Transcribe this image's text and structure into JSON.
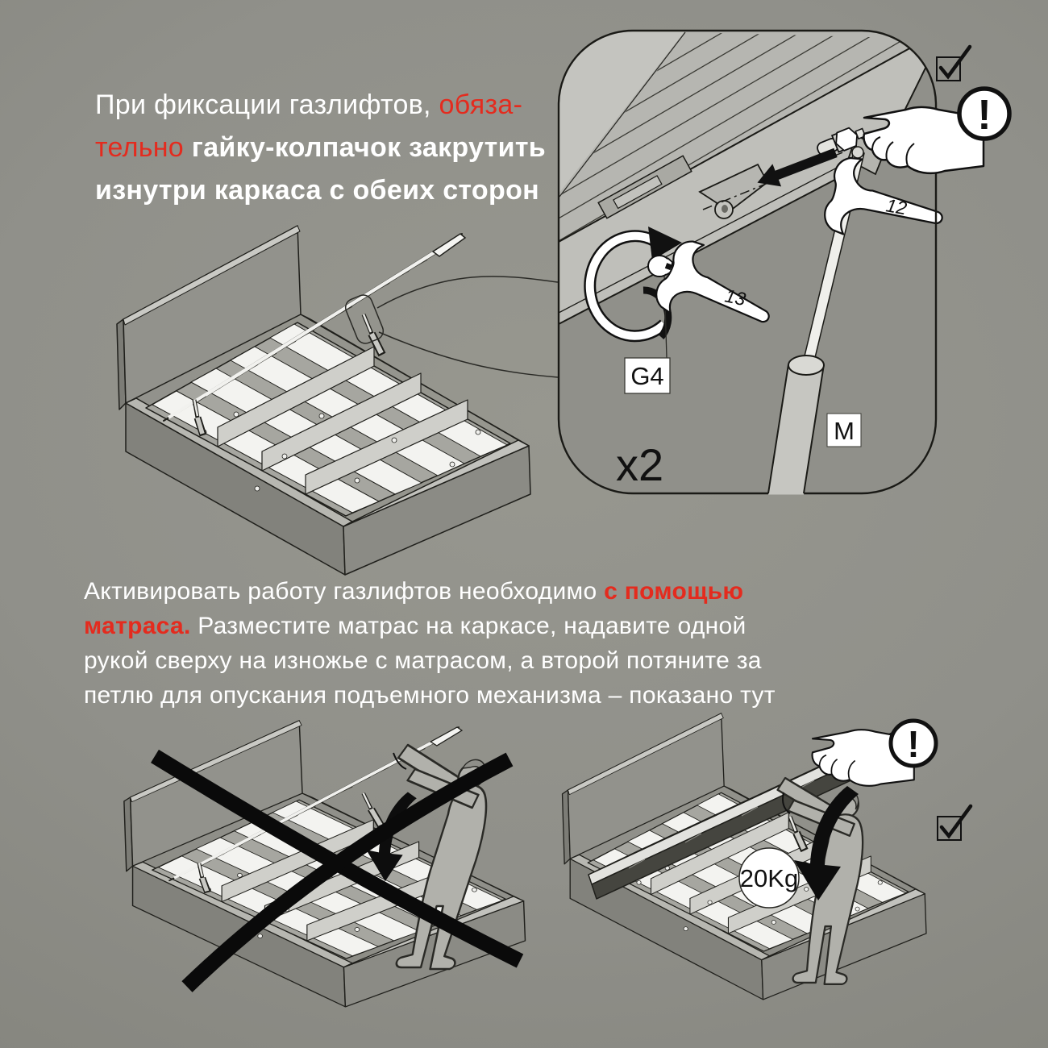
{
  "colors": {
    "background": "#90908a",
    "accent_red": "#e42b1e",
    "ink": "#1a1a1a",
    "text_white": "#ffffff"
  },
  "top_note": {
    "line1_regular": "При фиксации газлифтов, ",
    "line1_red": "обяза-",
    "line2_red": "тельно ",
    "line2_bold": "гайку-колпачок закрутить",
    "line3_bold": "изнутри каркаса с обеих сторон"
  },
  "middle_note": {
    "line1_regular": "Активировать работу газлифтов необходимо ",
    "line1_red": "с помощью",
    "line2_red": "матраса.",
    "line2_regular": " Разместите матрас на каркасе, надавите одной",
    "line3": "рукой сверху на изножье с матрасом, а второй потяните за",
    "line4": "петлю для опускания подъемного механизма – показано тут"
  },
  "detail_panel": {
    "nut_label": "G4",
    "gaslift_label": "M",
    "quantity_label": "x2",
    "wrench_small_label": "13",
    "wrench_large_label": "12",
    "warning_mark": "!"
  },
  "correct_method": {
    "weight_label": "20Kg",
    "warning_mark": "!"
  }
}
